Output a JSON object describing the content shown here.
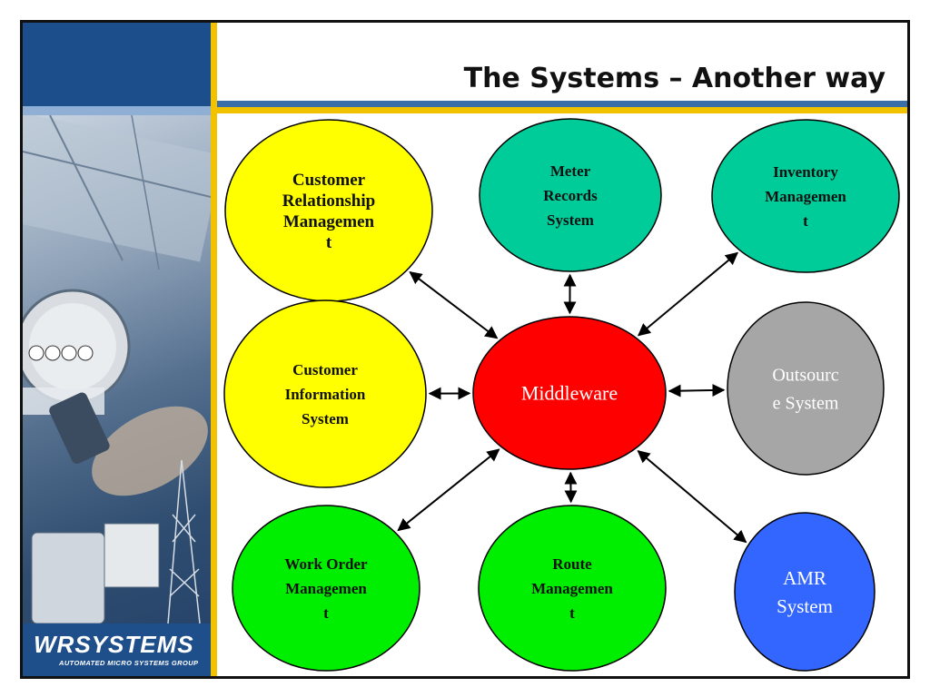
{
  "slide": {
    "title": "The Systems – Another way"
  },
  "logo": {
    "name": "WRSYSTEMS",
    "tagline": "AUTOMATED MICRO SYSTEMS GROUP"
  },
  "colors": {
    "yellow": "#ffff00",
    "teal": "#00cc99",
    "green": "#00ee00",
    "red": "#ff0000",
    "gray": "#a6a6a6",
    "blue": "#3366ff",
    "accent_blue": "#3a6ea8",
    "accent_yellow": "#f2c200"
  },
  "diagram": {
    "center": {
      "id": "middleware",
      "lines": [
        "Middleware"
      ],
      "color": "#ff0000",
      "text_color": "#ffffff",
      "bold": false
    },
    "nodes": [
      {
        "id": "crm",
        "lines": [
          "Customer",
          "Relationship",
          "Managemen",
          "t"
        ],
        "color": "#ffff00",
        "text_color": "#111111",
        "bold": true
      },
      {
        "id": "meter-records",
        "lines": [
          "Meter",
          "Records",
          "System"
        ],
        "color": "#00cc99",
        "text_color": "#111111",
        "bold": true
      },
      {
        "id": "inventory",
        "lines": [
          "Inventory",
          "Managemen",
          "t"
        ],
        "color": "#00cc99",
        "text_color": "#111111",
        "bold": true
      },
      {
        "id": "cis",
        "lines": [
          "Customer",
          "Information",
          "System"
        ],
        "color": "#ffff00",
        "text_color": "#111111",
        "bold": true
      },
      {
        "id": "outsource",
        "lines": [
          "Outsourc",
          "e System"
        ],
        "color": "#a6a6a6",
        "text_color": "#ffffff",
        "bold": false
      },
      {
        "id": "work-order",
        "lines": [
          "Work Order",
          "Managemen",
          "t"
        ],
        "color": "#00ee00",
        "text_color": "#111111",
        "bold": true
      },
      {
        "id": "route",
        "lines": [
          "Route",
          "Managemen",
          "t"
        ],
        "color": "#00ee00",
        "text_color": "#111111",
        "bold": true
      },
      {
        "id": "amr",
        "lines": [
          "AMR",
          "System"
        ],
        "color": "#3366ff",
        "text_color": "#ffffff",
        "bold": false
      }
    ],
    "edges": [
      {
        "from": "middleware",
        "to": "crm",
        "bidirectional": true
      },
      {
        "from": "middleware",
        "to": "meter-records",
        "bidirectional": true
      },
      {
        "from": "middleware",
        "to": "inventory",
        "bidirectional": true
      },
      {
        "from": "middleware",
        "to": "cis",
        "bidirectional": true
      },
      {
        "from": "middleware",
        "to": "outsource",
        "bidirectional": true
      },
      {
        "from": "middleware",
        "to": "work-order",
        "bidirectional": true
      },
      {
        "from": "middleware",
        "to": "route",
        "bidirectional": true
      },
      {
        "from": "middleware",
        "to": "amr",
        "bidirectional": true
      }
    ]
  }
}
